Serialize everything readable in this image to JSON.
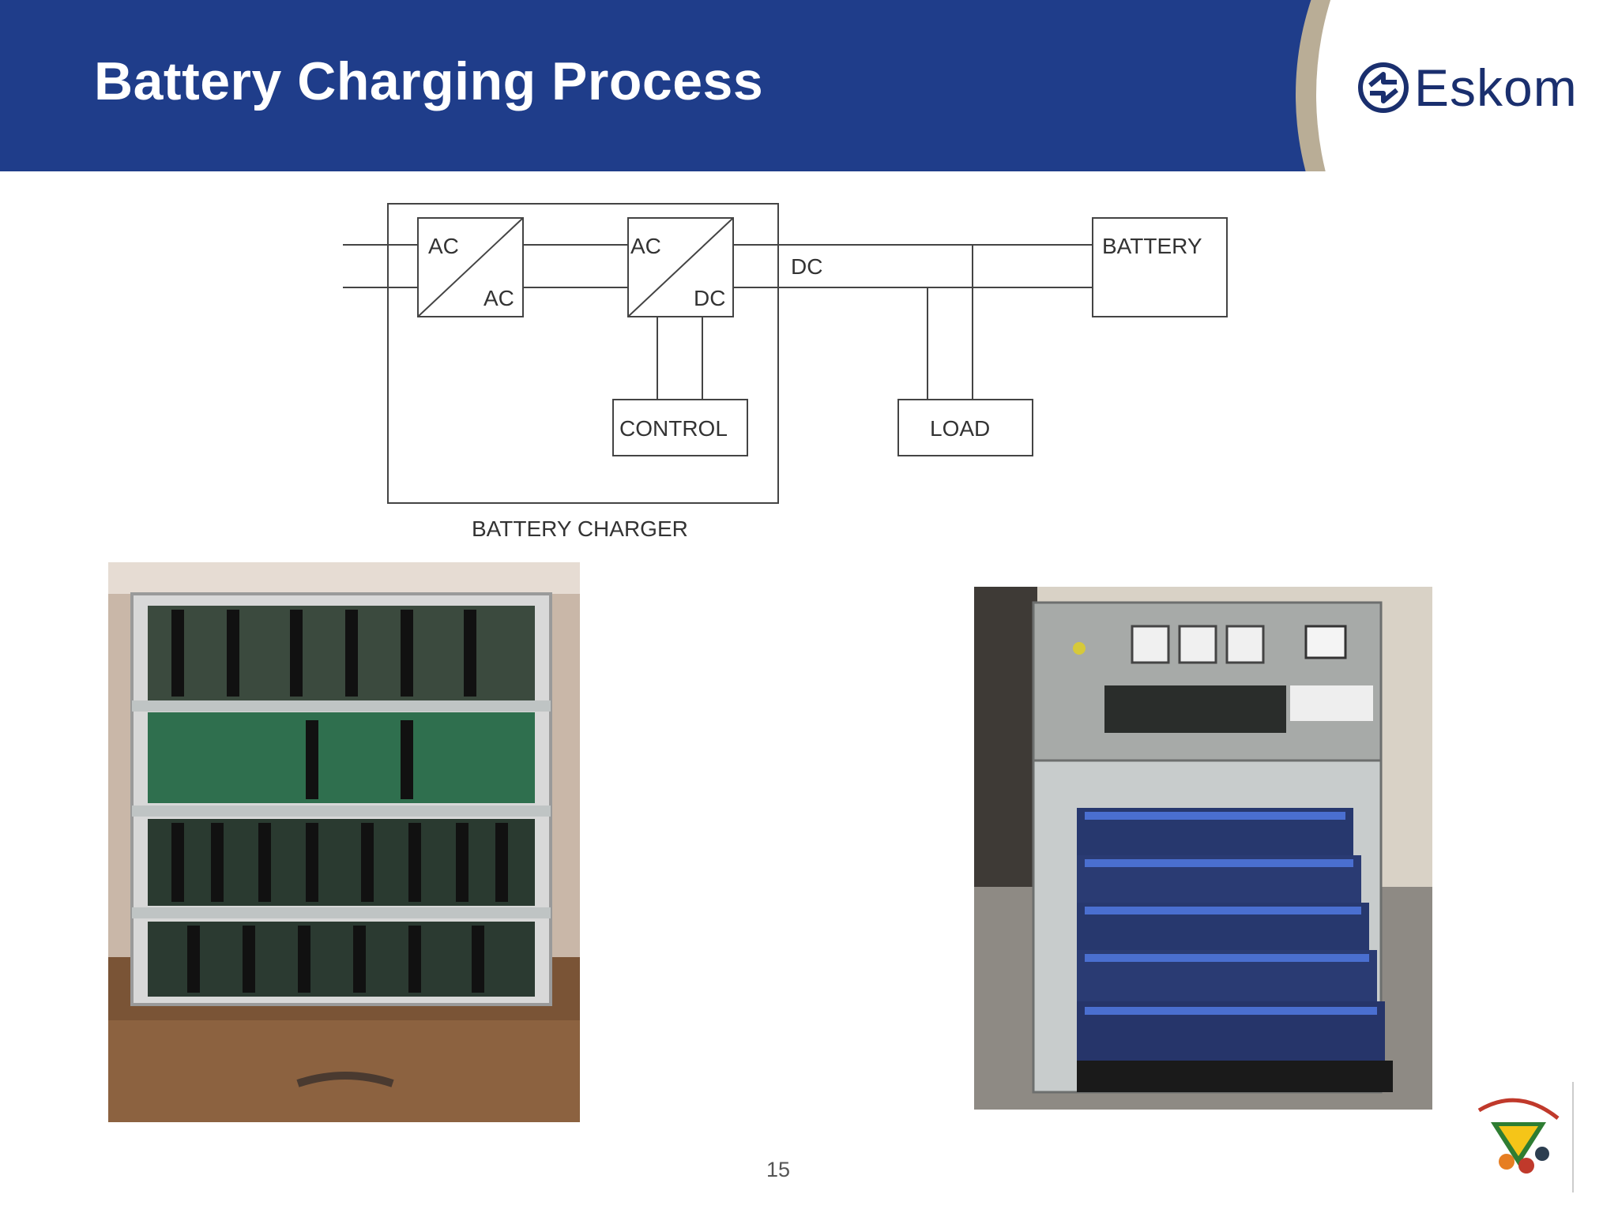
{
  "slide": {
    "title": "Battery Charging Process",
    "logo_text": "Eskom",
    "page_number": "15"
  },
  "diagram": {
    "converter1": {
      "top": "AC",
      "bottom": "AC"
    },
    "converter2": {
      "top": "AC",
      "bottom": "DC"
    },
    "dc_label": "DC",
    "battery_label": "BATTERY",
    "control_label": "CONTROL",
    "load_label": "LOAD",
    "charger_label": "BATTERY CHARGER"
  },
  "colors": {
    "header_blue": "#1f3d8a",
    "logo_navy": "#1a2f6e",
    "arc_beige": "#b9ad96"
  }
}
